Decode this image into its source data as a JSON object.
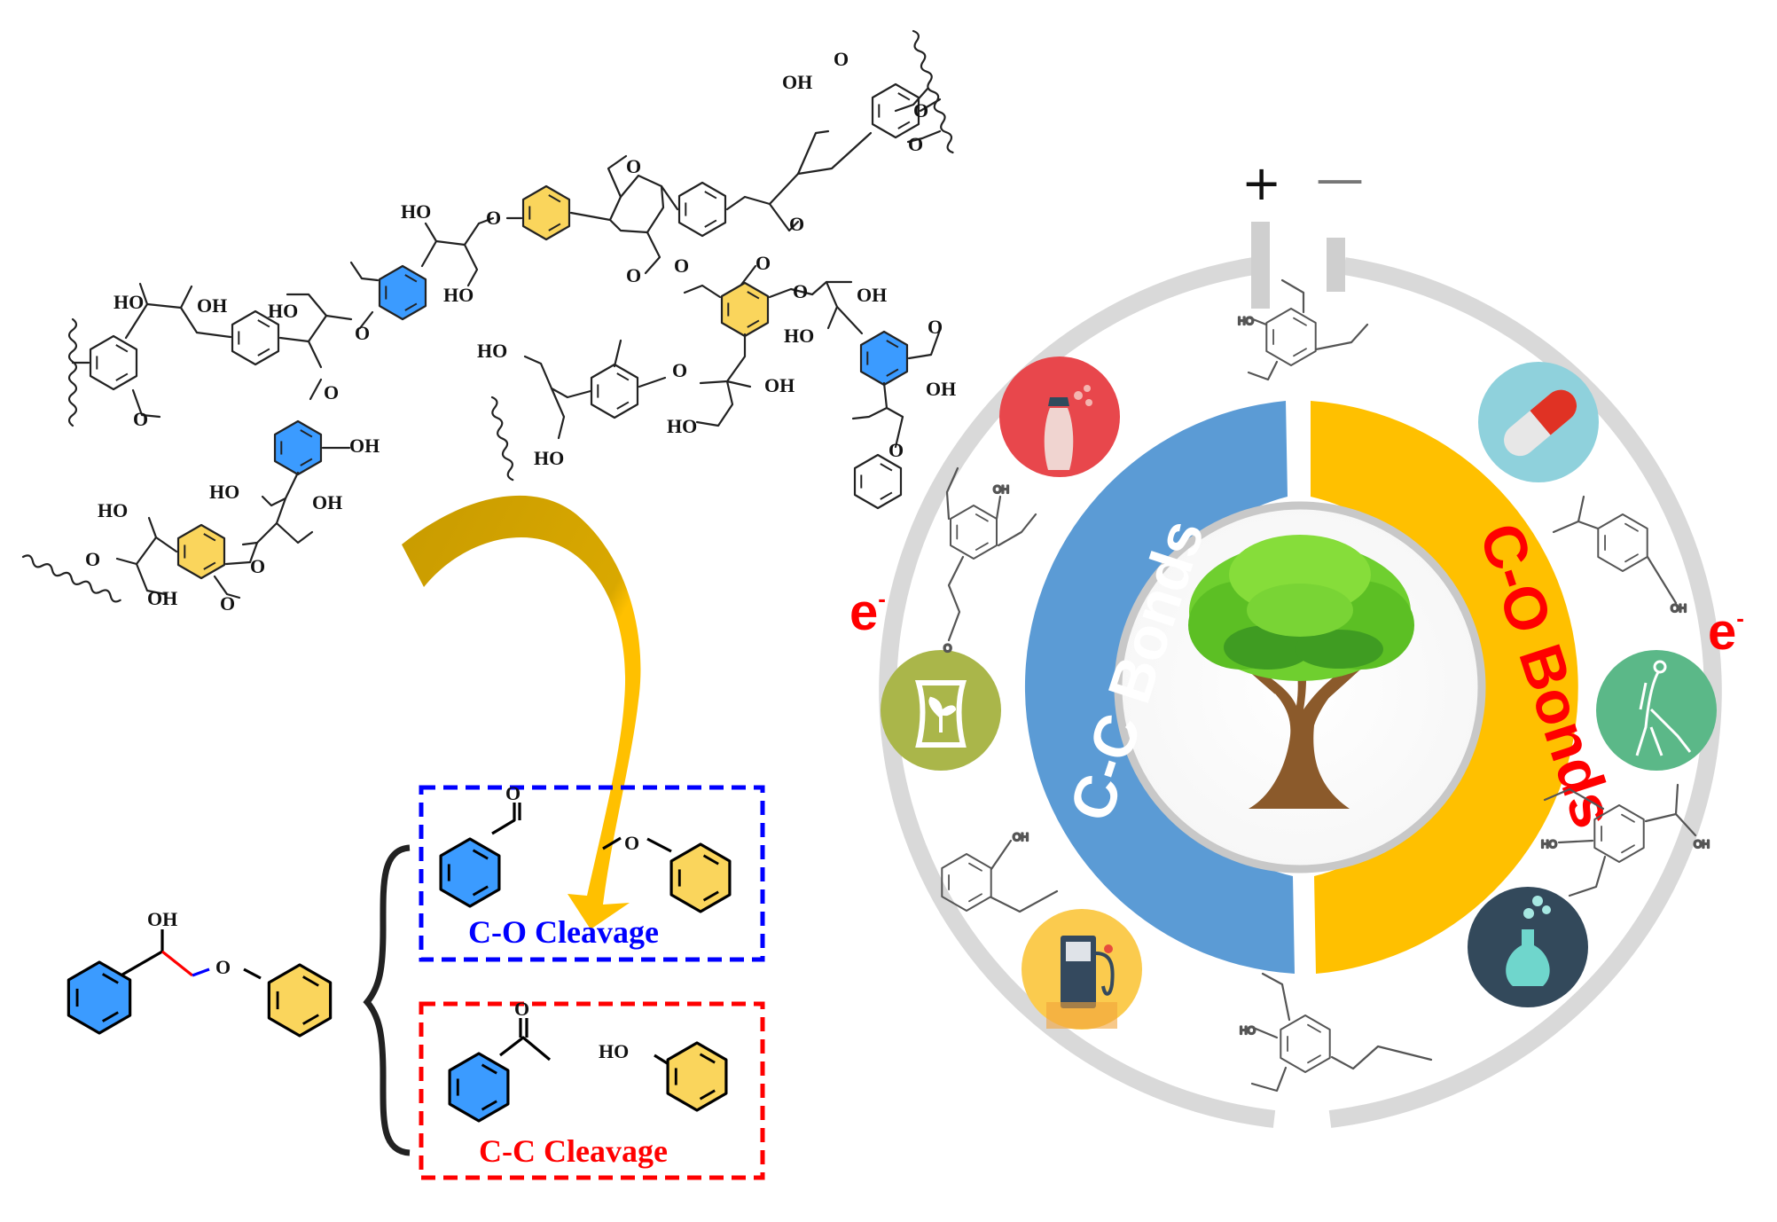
{
  "figure": {
    "colors": {
      "blue_ring": "#3b9bff",
      "yellow_ring": "#fad55c",
      "cc_arc": "#5b9bd5",
      "co_arc": "#ffc000",
      "outer_ring": "#d9d9d9",
      "arrow_dark": "#c89b00",
      "arrow_light": "#ffc000",
      "co_cleavage": "#0000ff",
      "cc_cleavage": "#ff0000"
    },
    "electrode": {
      "plus": "+",
      "minus": "—"
    },
    "electron_left": {
      "base": "e",
      "sup": "-"
    },
    "electron_right": {
      "base": "e",
      "sup": "-"
    },
    "cc_bonds_label": "C-C Bonds",
    "co_bonds_label": "C-O Bonds",
    "model_compound": {
      "oh": "OH",
      "o": "O"
    },
    "co_box": {
      "label": "C-O Cleavage",
      "aldehyde_o": "O",
      "ether_o": "O"
    },
    "cc_box": {
      "label": "C-C Cleavage",
      "ketone_o": "O",
      "phenol_ho": "HO"
    },
    "lignin_labels": {
      "HO": "HO",
      "OH": "OH",
      "O": "O"
    },
    "small_molecule_labels": {
      "HO": "HO",
      "OH": "OH",
      "O": "O"
    },
    "icons": [
      {
        "name": "perfume",
        "bg": "#e8474c"
      },
      {
        "name": "pill",
        "bg": "#8fd1dc"
      },
      {
        "name": "fertilizer-bag",
        "bg": "#aab64a"
      },
      {
        "name": "sprayer-worker",
        "bg": "#5bb888"
      },
      {
        "name": "fuel-pump",
        "bg": "#fbcb4e"
      },
      {
        "name": "flask",
        "bg": "#33495b"
      }
    ]
  }
}
